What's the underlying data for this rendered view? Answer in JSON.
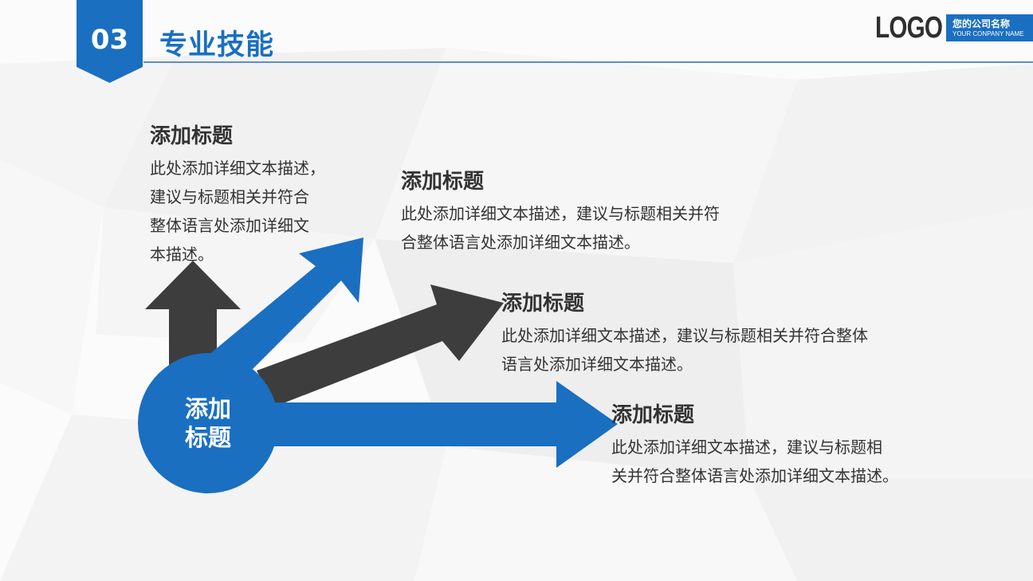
{
  "header": {
    "section_number": "03",
    "section_title": "专业技能",
    "logo_text": "LOGO",
    "company_name_cn": "您的公司名称",
    "company_name_en": "YOUR CONPANY NAME"
  },
  "colors": {
    "brand_blue": "#1a6fc1",
    "arrow_dark": "#3d3d3d",
    "text": "#333333"
  },
  "diagram": {
    "center_label_line1": "添加",
    "center_label_line2": "标题",
    "items": [
      {
        "title": "添加标题",
        "desc_lines": [
          "此处添加详细文本描述，",
          "建议与标题相关并符合",
          "整体语言处添加详细文",
          "本描述。"
        ]
      },
      {
        "title": "添加标题",
        "desc_lines": [
          "此处添加详细文本描述，建议与标题相关并符",
          "合整体语言处添加详细文本描述。"
        ]
      },
      {
        "title": "添加标题",
        "desc_lines": [
          "此处添加详细文本描述，建议与标题相关并符合整体",
          "语言处添加详细文本描述。"
        ]
      },
      {
        "title": "添加标题",
        "desc_lines": [
          "此处添加详细文本描述，建议与标题相",
          "关并符合整体语言处添加详细文本描述。"
        ]
      }
    ]
  }
}
